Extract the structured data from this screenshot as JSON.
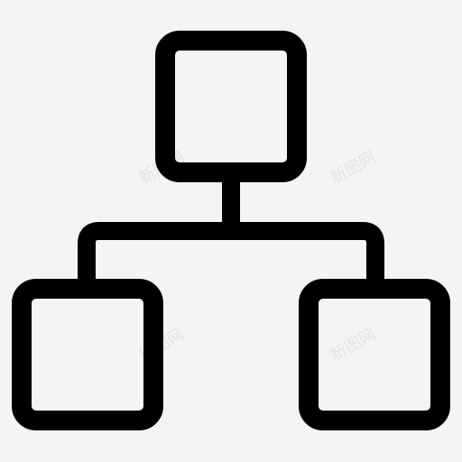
{
  "icon": {
    "name": "hierarchy-network-icon",
    "stroke_color": "#000000",
    "background_color": "#f4f4f4"
  },
  "watermarks": [
    {
      "text": "新图网"
    },
    {
      "text": "新图网"
    },
    {
      "text": "新图网"
    },
    {
      "text": "新图网"
    }
  ]
}
